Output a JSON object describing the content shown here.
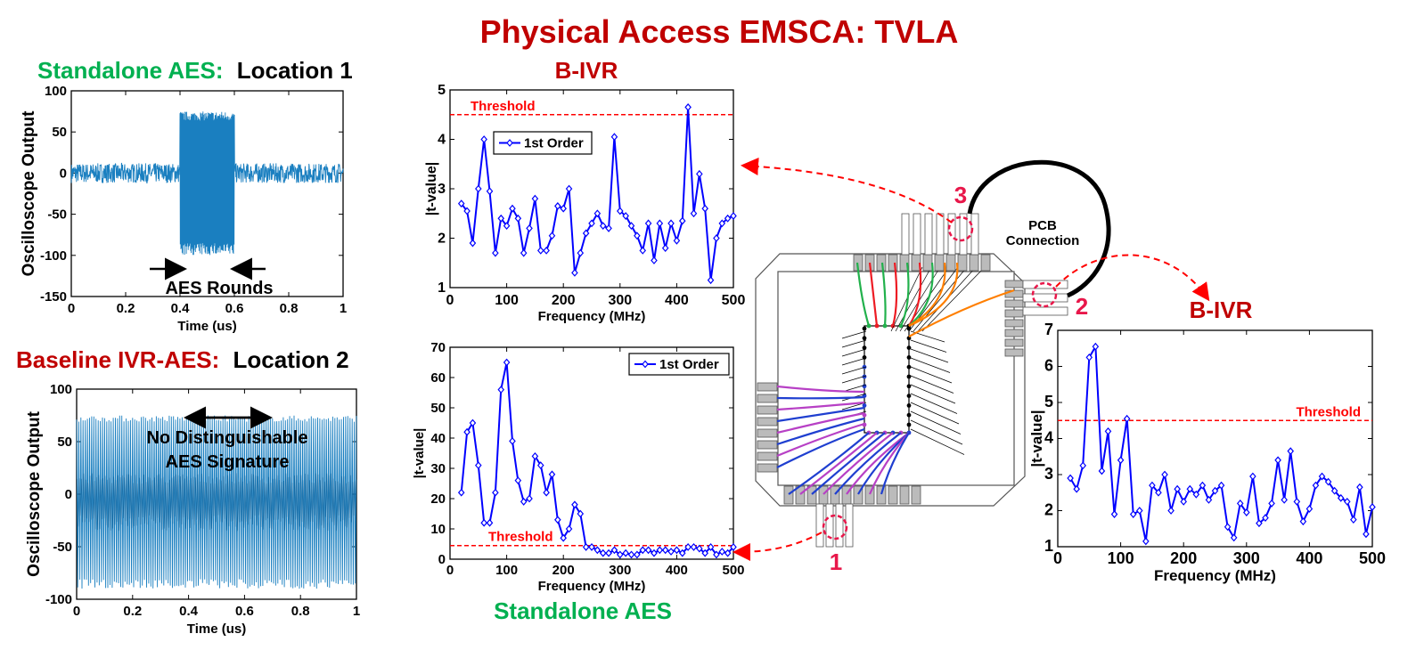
{
  "page_title": "Physical Access EMSCA: TVLA",
  "colors": {
    "title": "#c00000",
    "green": "#00b050",
    "red_label": "#c00000",
    "trace_blue": "#1a7fc0",
    "series_blue": "#0000ff",
    "threshold_red": "#ff0000",
    "pin_red": "#e8174a",
    "wire_green": "#22b14c",
    "wire_red": "#ed1c24",
    "wire_orange": "#ff7f00",
    "wire_magenta": "#b740c5",
    "wire_blue": "#1f3fd0"
  },
  "headings": {
    "standalone_label": "Standalone AES:",
    "location1": "Location 1",
    "baseline_label": "Baseline IVR-AES:",
    "location2": "Location 2",
    "bivr_top": "B-IVR",
    "bivr_right": "B-IVR",
    "standalone_bottom": "Standalone AES"
  },
  "diagram": {
    "pcb_label_1": "PCB",
    "pcb_label_2": "Connection",
    "loc_numbers": [
      "1",
      "2",
      "3"
    ]
  },
  "chart_data": [
    {
      "id": "osc-standalone",
      "type": "line",
      "xlabel": "Time (us)",
      "ylabel": "Oscilloscope Output",
      "xlim": [
        0,
        1
      ],
      "ylim": [
        -150,
        100
      ],
      "xticks": [
        "0",
        "0.2",
        "0.4",
        "0.6",
        "0.8",
        "1"
      ],
      "yticks": [
        "100",
        "50",
        "0",
        "-50",
        "-100",
        "-150"
      ],
      "burst_range": [
        0.4,
        0.6
      ],
      "noise_amplitude": 12,
      "burst_high": 75,
      "burst_low": -100,
      "annotation": "AES Rounds"
    },
    {
      "id": "osc-baseline",
      "type": "line",
      "xlabel": "Time (us)",
      "ylabel": "Oscilloscope Output",
      "xlim": [
        0,
        1
      ],
      "ylim": [
        -100,
        100
      ],
      "xticks": [
        "0",
        "0.2",
        "0.4",
        "0.6",
        "0.8",
        "1"
      ],
      "yticks": [
        "100",
        "50",
        "0",
        "-50",
        "-100"
      ],
      "amplitude_high": 75,
      "amplitude_low": -90,
      "annotation_line1": "No Distinguishable",
      "annotation_line2": "AES Signature"
    },
    {
      "id": "tvla-bivr-top",
      "type": "line",
      "xlabel": "Frequency (MHz)",
      "ylabel": "|t-value|",
      "xlim": [
        0,
        500
      ],
      "ylim": [
        1,
        5
      ],
      "xticks": [
        "0",
        "100",
        "200",
        "300",
        "400",
        "500"
      ],
      "yticks": [
        "5",
        "4",
        "3",
        "2",
        "1"
      ],
      "threshold": 4.5,
      "threshold_label": "Threshold",
      "legend": "1st Order",
      "series": [
        {
          "name": "1st Order",
          "x": [
            20,
            30,
            40,
            50,
            60,
            70,
            80,
            90,
            100,
            110,
            120,
            130,
            140,
            150,
            160,
            170,
            180,
            190,
            200,
            210,
            220,
            230,
            240,
            250,
            260,
            270,
            280,
            290,
            300,
            310,
            320,
            330,
            340,
            350,
            360,
            370,
            380,
            390,
            400,
            410,
            420,
            430,
            440,
            450,
            460,
            470,
            480,
            490,
            500
          ],
          "y": [
            2.7,
            2.55,
            1.9,
            3.0,
            4.0,
            2.95,
            1.7,
            2.4,
            2.25,
            2.6,
            2.4,
            1.7,
            2.2,
            2.8,
            1.75,
            1.75,
            2.05,
            2.65,
            2.6,
            3.0,
            1.3,
            1.7,
            2.1,
            2.3,
            2.5,
            2.25,
            2.2,
            4.05,
            2.55,
            2.45,
            2.25,
            2.05,
            1.75,
            2.3,
            1.55,
            2.3,
            1.8,
            2.3,
            1.95,
            2.35,
            4.65,
            2.5,
            3.3,
            2.6,
            1.15,
            2.0,
            2.3,
            2.4,
            2.45
          ]
        }
      ]
    },
    {
      "id": "tvla-standalone",
      "type": "line",
      "xlabel": "Frequency (MHz)",
      "ylabel": "|t-value|",
      "xlim": [
        0,
        500
      ],
      "ylim": [
        0,
        70
      ],
      "xticks": [
        "0",
        "100",
        "200",
        "300",
        "400",
        "500"
      ],
      "yticks": [
        "70",
        "60",
        "50",
        "40",
        "30",
        "20",
        "10",
        "0"
      ],
      "threshold": 4.5,
      "threshold_label": "Threshold",
      "legend": "1st Order",
      "series": [
        {
          "name": "1st Order",
          "x": [
            20,
            30,
            40,
            50,
            60,
            70,
            80,
            90,
            100,
            110,
            120,
            130,
            140,
            150,
            160,
            170,
            180,
            190,
            200,
            210,
            220,
            230,
            240,
            250,
            260,
            270,
            280,
            290,
            300,
            310,
            320,
            330,
            340,
            350,
            360,
            370,
            380,
            390,
            400,
            410,
            420,
            430,
            440,
            450,
            460,
            470,
            480,
            490,
            500
          ],
          "y": [
            22,
            42,
            45,
            31,
            12,
            12,
            22,
            56,
            65,
            39,
            26,
            19,
            20,
            34,
            31,
            22,
            28,
            13,
            7,
            10,
            18,
            15,
            4,
            4,
            3,
            2,
            2,
            3,
            1.5,
            2,
            1.5,
            1.5,
            3,
            3,
            2,
            3,
            3,
            2.5,
            3,
            2,
            4,
            4,
            3.5,
            2,
            4,
            1.5,
            2.5,
            2,
            4
          ]
        }
      ]
    },
    {
      "id": "tvla-bivr-right",
      "type": "line",
      "xlabel": "Frequency (MHz)",
      "ylabel": "|t-value|",
      "xlim": [
        0,
        500
      ],
      "ylim": [
        1,
        7
      ],
      "xticks": [
        "0",
        "100",
        "200",
        "300",
        "400",
        "500"
      ],
      "yticks": [
        "7",
        "6",
        "5",
        "4",
        "3",
        "2",
        "1"
      ],
      "threshold": 4.5,
      "threshold_label": "Threshold",
      "series": [
        {
          "name": "",
          "x": [
            20,
            30,
            40,
            50,
            60,
            70,
            80,
            90,
            100,
            110,
            120,
            130,
            140,
            150,
            160,
            170,
            180,
            190,
            200,
            210,
            220,
            230,
            240,
            250,
            260,
            270,
            280,
            290,
            300,
            310,
            320,
            330,
            340,
            350,
            360,
            370,
            380,
            390,
            400,
            410,
            420,
            430,
            440,
            450,
            460,
            470,
            480,
            490,
            500
          ],
          "y": [
            2.9,
            2.6,
            3.25,
            6.25,
            6.55,
            3.1,
            4.2,
            1.9,
            3.4,
            4.55,
            1.9,
            2.0,
            1.15,
            2.7,
            2.5,
            3.0,
            2.0,
            2.6,
            2.25,
            2.6,
            2.45,
            2.7,
            2.3,
            2.55,
            2.7,
            1.55,
            1.25,
            2.2,
            1.95,
            2.95,
            1.65,
            1.8,
            2.2,
            3.4,
            2.3,
            3.65,
            2.25,
            1.7,
            2.05,
            2.7,
            2.95,
            2.8,
            2.55,
            2.35,
            2.25,
            1.75,
            2.65,
            1.35,
            2.1
          ]
        }
      ]
    }
  ]
}
